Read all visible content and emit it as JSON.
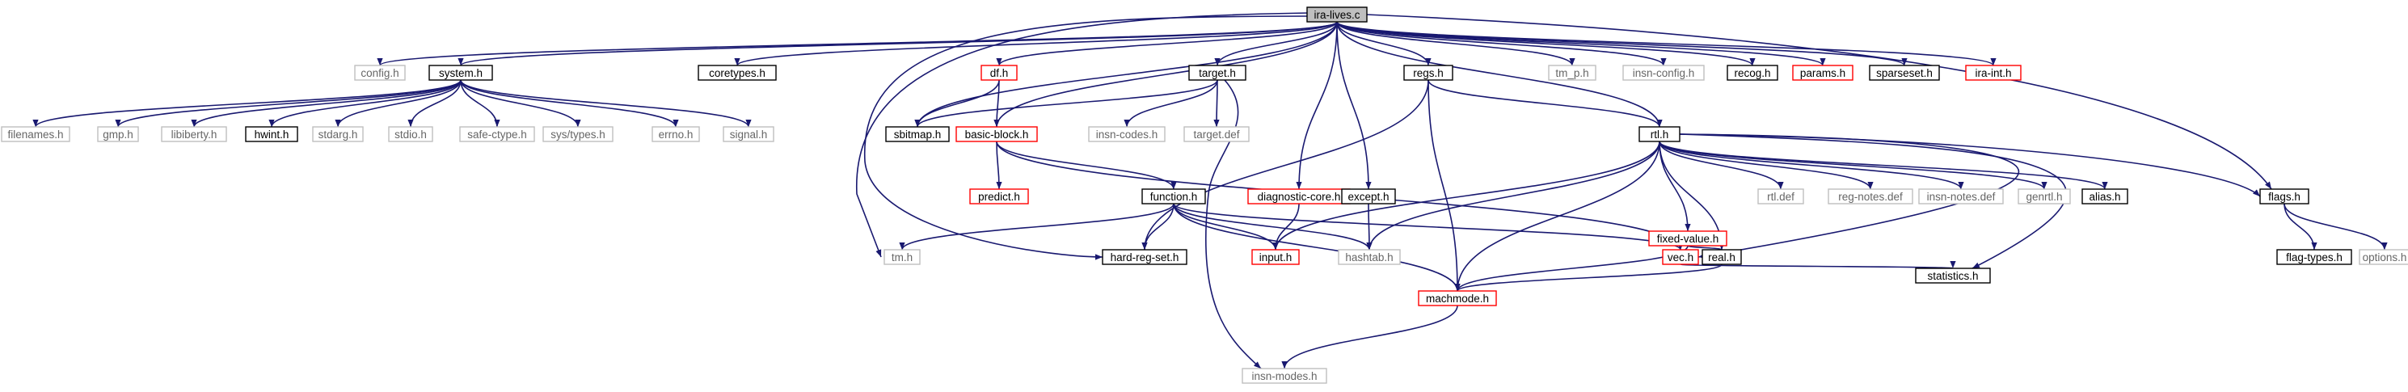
{
  "diagram": {
    "type": "include-dependency-graph",
    "root": "ira-lives.c",
    "colors": {
      "edge": "#191970",
      "root_fill": "#bfbfbf",
      "normal_border": "#000000",
      "incomplete_border": "#ff0000",
      "external_border": "#bfbfbf"
    },
    "nodes": [
      {
        "id": "ira-lives.c",
        "label": "ira-lives.c",
        "kind": "root"
      },
      {
        "id": "config.h",
        "label": "config.h",
        "kind": "external"
      },
      {
        "id": "system.h",
        "label": "system.h",
        "kind": "normal"
      },
      {
        "id": "coretypes.h",
        "label": "coretypes.h",
        "kind": "normal"
      },
      {
        "id": "df.h",
        "label": "df.h",
        "kind": "incomplete"
      },
      {
        "id": "target.h",
        "label": "target.h",
        "kind": "normal"
      },
      {
        "id": "regs.h",
        "label": "regs.h",
        "kind": "normal"
      },
      {
        "id": "tm_p.h",
        "label": "tm_p.h",
        "kind": "external"
      },
      {
        "id": "insn-config.h",
        "label": "insn-config.h",
        "kind": "external"
      },
      {
        "id": "recog.h",
        "label": "recog.h",
        "kind": "normal"
      },
      {
        "id": "params.h",
        "label": "params.h",
        "kind": "incomplete"
      },
      {
        "id": "sparseset.h",
        "label": "sparseset.h",
        "kind": "normal"
      },
      {
        "id": "ira-int.h",
        "label": "ira-int.h",
        "kind": "incomplete"
      },
      {
        "id": "filenames.h",
        "label": "filenames.h",
        "kind": "external"
      },
      {
        "id": "gmp.h",
        "label": "gmp.h",
        "kind": "external"
      },
      {
        "id": "libiberty.h",
        "label": "libiberty.h",
        "kind": "external"
      },
      {
        "id": "hwint.h",
        "label": "hwint.h",
        "kind": "normal"
      },
      {
        "id": "stdarg.h",
        "label": "stdarg.h",
        "kind": "external"
      },
      {
        "id": "stdio.h",
        "label": "stdio.h",
        "kind": "external"
      },
      {
        "id": "safe-ctype.h",
        "label": "safe-ctype.h",
        "kind": "external"
      },
      {
        "id": "sys/types.h",
        "label": "sys/types.h",
        "kind": "external"
      },
      {
        "id": "errno.h",
        "label": "errno.h",
        "kind": "external"
      },
      {
        "id": "signal.h",
        "label": "signal.h",
        "kind": "external"
      },
      {
        "id": "sbitmap.h",
        "label": "sbitmap.h",
        "kind": "normal"
      },
      {
        "id": "basic-block.h",
        "label": "basic-block.h",
        "kind": "incomplete"
      },
      {
        "id": "insn-codes.h",
        "label": "insn-codes.h",
        "kind": "external"
      },
      {
        "id": "target.def",
        "label": "target.def",
        "kind": "external"
      },
      {
        "id": "rtl.h",
        "label": "rtl.h",
        "kind": "normal"
      },
      {
        "id": "predict.h",
        "label": "predict.h",
        "kind": "incomplete"
      },
      {
        "id": "function.h",
        "label": "function.h",
        "kind": "normal"
      },
      {
        "id": "diagnostic-core.h",
        "label": "diagnostic-core.h",
        "kind": "incomplete"
      },
      {
        "id": "except.h",
        "label": "except.h",
        "kind": "normal"
      },
      {
        "id": "fixed-value.h",
        "label": "fixed-value.h",
        "kind": "incomplete"
      },
      {
        "id": "rtl.def",
        "label": "rtl.def",
        "kind": "external"
      },
      {
        "id": "reg-notes.def",
        "label": "reg-notes.def",
        "kind": "external"
      },
      {
        "id": "insn-notes.def",
        "label": "insn-notes.def",
        "kind": "external"
      },
      {
        "id": "genrtl.h",
        "label": "genrtl.h",
        "kind": "external"
      },
      {
        "id": "alias.h",
        "label": "alias.h",
        "kind": "normal"
      },
      {
        "id": "flags.h",
        "label": "flags.h",
        "kind": "normal"
      },
      {
        "id": "tm.h",
        "label": "tm.h",
        "kind": "external"
      },
      {
        "id": "hard-reg-set.h",
        "label": "hard-reg-set.h",
        "kind": "normal"
      },
      {
        "id": "input.h",
        "label": "input.h",
        "kind": "incomplete"
      },
      {
        "id": "hashtab.h",
        "label": "hashtab.h",
        "kind": "external"
      },
      {
        "id": "vec.h",
        "label": "vec.h",
        "kind": "incomplete"
      },
      {
        "id": "real.h",
        "label": "real.h",
        "kind": "normal"
      },
      {
        "id": "flag-types.h",
        "label": "flag-types.h",
        "kind": "normal"
      },
      {
        "id": "options.h",
        "label": "options.h",
        "kind": "external"
      },
      {
        "id": "machmode.h",
        "label": "machmode.h",
        "kind": "incomplete"
      },
      {
        "id": "statistics.h",
        "label": "statistics.h",
        "kind": "normal"
      },
      {
        "id": "insn-modes.h",
        "label": "insn-modes.h",
        "kind": "external"
      }
    ],
    "edges": [
      [
        "ira-lives.c",
        "config.h"
      ],
      [
        "ira-lives.c",
        "system.h"
      ],
      [
        "ira-lives.c",
        "coretypes.h"
      ],
      [
        "ira-lives.c",
        "df.h"
      ],
      [
        "ira-lives.c",
        "target.h"
      ],
      [
        "ira-lives.c",
        "regs.h"
      ],
      [
        "ira-lives.c",
        "tm_p.h"
      ],
      [
        "ira-lives.c",
        "insn-config.h"
      ],
      [
        "ira-lives.c",
        "recog.h"
      ],
      [
        "ira-lives.c",
        "params.h"
      ],
      [
        "ira-lives.c",
        "sparseset.h"
      ],
      [
        "ira-lives.c",
        "ira-int.h"
      ],
      [
        "ira-lives.c",
        "sbitmap.h"
      ],
      [
        "ira-lives.c",
        "basic-block.h"
      ],
      [
        "ira-lives.c",
        "rtl.h"
      ],
      [
        "ira-lives.c",
        "diagnostic-core.h"
      ],
      [
        "ira-lives.c",
        "except.h"
      ],
      [
        "ira-lives.c",
        "flags.h"
      ],
      [
        "ira-lives.c",
        "tm.h"
      ],
      [
        "ira-lives.c",
        "hard-reg-set.h"
      ],
      [
        "system.h",
        "filenames.h"
      ],
      [
        "system.h",
        "gmp.h"
      ],
      [
        "system.h",
        "libiberty.h"
      ],
      [
        "system.h",
        "hwint.h"
      ],
      [
        "system.h",
        "stdarg.h"
      ],
      [
        "system.h",
        "stdio.h"
      ],
      [
        "system.h",
        "safe-ctype.h"
      ],
      [
        "system.h",
        "sys/types.h"
      ],
      [
        "system.h",
        "errno.h"
      ],
      [
        "system.h",
        "signal.h"
      ],
      [
        "df.h",
        "sbitmap.h"
      ],
      [
        "df.h",
        "basic-block.h"
      ],
      [
        "target.h",
        "sbitmap.h"
      ],
      [
        "target.h",
        "insn-codes.h"
      ],
      [
        "target.h",
        "target.def"
      ],
      [
        "target.h",
        "insn-modes.h"
      ],
      [
        "regs.h",
        "rtl.h"
      ],
      [
        "regs.h",
        "machmode.h"
      ],
      [
        "regs.h",
        "hard-reg-set.h"
      ],
      [
        "basic-block.h",
        "predict.h"
      ],
      [
        "basic-block.h",
        "function.h"
      ],
      [
        "basic-block.h",
        "vec.h"
      ],
      [
        "function.h",
        "tm.h"
      ],
      [
        "function.h",
        "hard-reg-set.h"
      ],
      [
        "function.h",
        "input.h"
      ],
      [
        "function.h",
        "hashtab.h"
      ],
      [
        "function.h",
        "vec.h"
      ],
      [
        "function.h",
        "machmode.h"
      ],
      [
        "diagnostic-core.h",
        "input.h"
      ],
      [
        "except.h",
        "hashtab.h"
      ],
      [
        "rtl.h",
        "fixed-value.h"
      ],
      [
        "rtl.h",
        "rtl.def"
      ],
      [
        "rtl.h",
        "reg-notes.def"
      ],
      [
        "rtl.h",
        "insn-notes.def"
      ],
      [
        "rtl.h",
        "genrtl.h"
      ],
      [
        "rtl.h",
        "alias.h"
      ],
      [
        "rtl.h",
        "flags.h"
      ],
      [
        "rtl.h",
        "input.h"
      ],
      [
        "rtl.h",
        "hashtab.h"
      ],
      [
        "rtl.h",
        "vec.h"
      ],
      [
        "rtl.h",
        "real.h"
      ],
      [
        "rtl.h",
        "machmode.h"
      ],
      [
        "rtl.h",
        "statistics.h"
      ],
      [
        "fixed-value.h",
        "real.h"
      ],
      [
        "fixed-value.h",
        "machmode.h"
      ],
      [
        "vec.h",
        "statistics.h"
      ],
      [
        "real.h",
        "machmode.h"
      ],
      [
        "flags.h",
        "flag-types.h"
      ],
      [
        "flags.h",
        "options.h"
      ],
      [
        "machmode.h",
        "insn-modes.h"
      ]
    ]
  }
}
